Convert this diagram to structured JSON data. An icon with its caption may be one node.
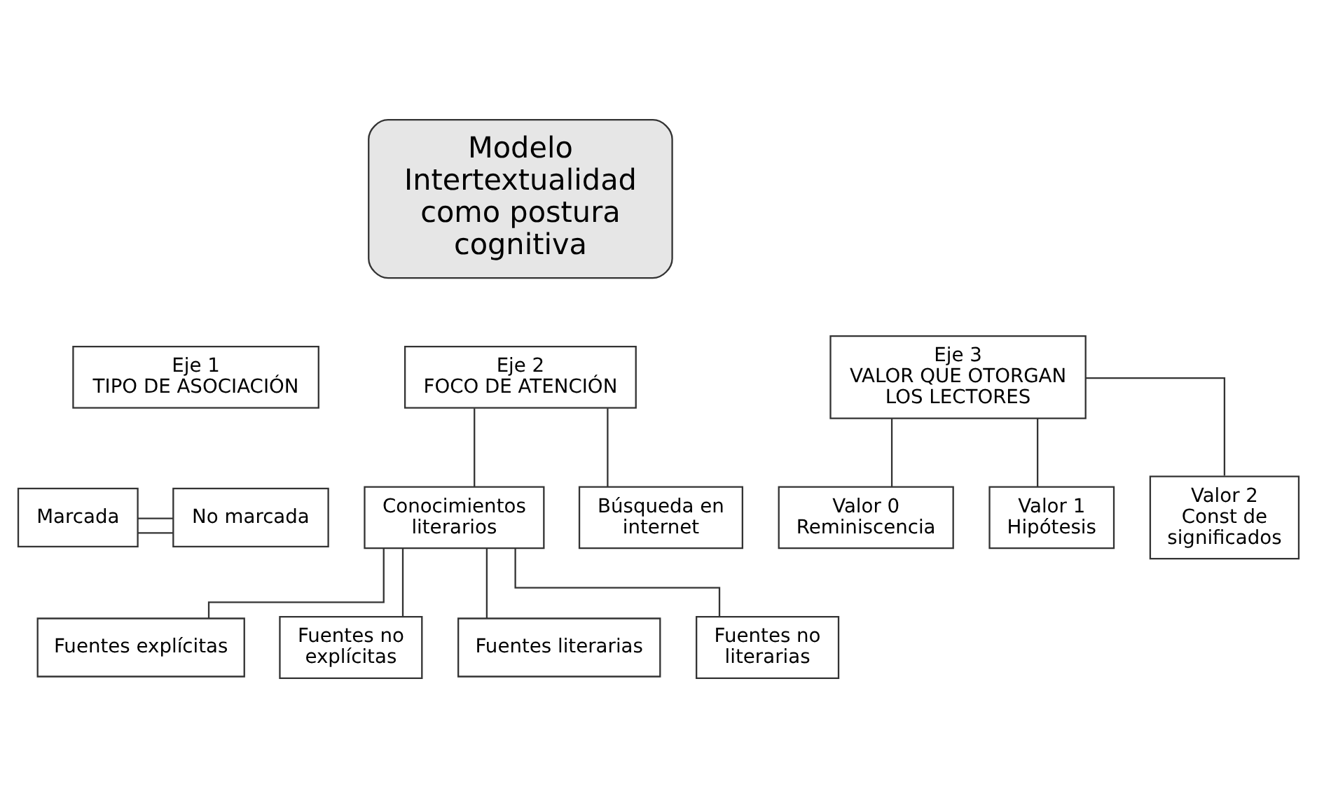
{
  "diagram": {
    "nodes": [
      {
        "text": [
          "Modelo Intertextualidad como postura cognitiva"
        ]
      },
      {
        "text": [
          "Eje 1",
          "TIPO DE ASOCIACIÓN"
        ]
      },
      {
        "text": [
          "Eje 2",
          "FOCO DE ATENCIÓN"
        ]
      },
      {
        "text": [
          "Eje 3",
          "VALOR QUE OTORGAN LOS LECTORES"
        ]
      },
      {
        "text": [
          "Marcada"
        ]
      },
      {
        "text": [
          "No marcada"
        ]
      },
      {
        "text": [
          "Valor 0",
          "Reminiscencia"
        ]
      },
      {
        "text": [
          "Valor 1",
          "Hipótesis"
        ]
      },
      {
        "text": [
          "Valor 2",
          "Const de significados"
        ]
      },
      {
        "text": [
          "Conocimientos literarios"
        ]
      },
      {
        "text": [
          "Búsqueda en internet"
        ]
      },
      {
        "text": [
          "Fuentes explícitas"
        ]
      },
      {
        "text": [
          "Fuentes no explícitas"
        ]
      },
      {
        "text": [
          "Fuentes literarias"
        ]
      },
      {
        "text": [
          "Fuentes no literarias"
        ]
      }
    ],
    "edges": [
      {
        "from": 4,
        "to": 5,
        "arrow": "none"
      },
      {
        "from": 4,
        "to": 5,
        "arrow": "none"
      },
      {
        "from": 2,
        "to": 9,
        "arrow": "none"
      },
      {
        "from": 2,
        "to": 10,
        "arrow": "none"
      },
      {
        "from": 3,
        "to": 6,
        "arrow": "none"
      },
      {
        "from": 3,
        "to": 7,
        "arrow": "none"
      },
      {
        "from": 3,
        "to": 8,
        "arrow": "none"
      },
      {
        "from": 9,
        "to": 11,
        "arrow": "none"
      },
      {
        "from": 9,
        "to": 12,
        "arrow": "none"
      },
      {
        "from": 9,
        "to": 13,
        "arrow": "none"
      },
      {
        "from": 9,
        "to": 14,
        "arrow": "none"
      }
    ]
  }
}
